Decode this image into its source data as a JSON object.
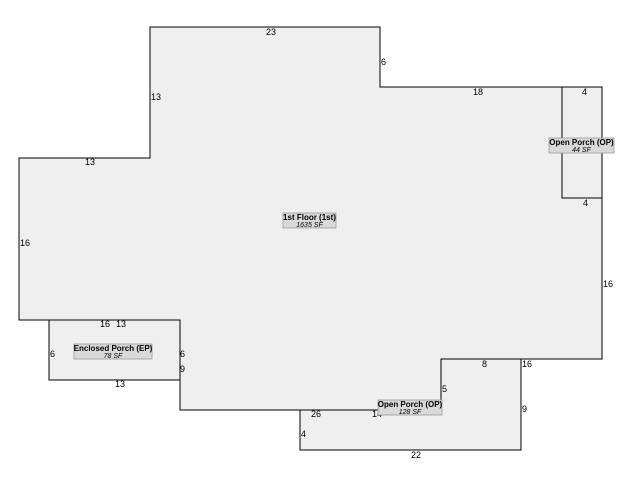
{
  "areas": [
    {
      "id": "first-floor",
      "name": "1st Floor (1st)",
      "area": "1635 SF"
    },
    {
      "id": "enclosed-porch",
      "name": "Enclosed Porch (EP)",
      "area": "78 SF"
    },
    {
      "id": "open-porch-right",
      "name": "Open Porch (OP)",
      "area": "44 SF"
    },
    {
      "id": "open-porch-bottom",
      "name": "Open Porch (OP)",
      "area": "128 SF"
    }
  ],
  "dimensions": [
    "23",
    "6",
    "18",
    "4",
    "13",
    "13",
    "16",
    "16",
    "13",
    "6",
    "6",
    "13",
    "9",
    "4",
    "16",
    "8",
    "16",
    "5",
    "26",
    "14",
    "9",
    "4",
    "22"
  ]
}
